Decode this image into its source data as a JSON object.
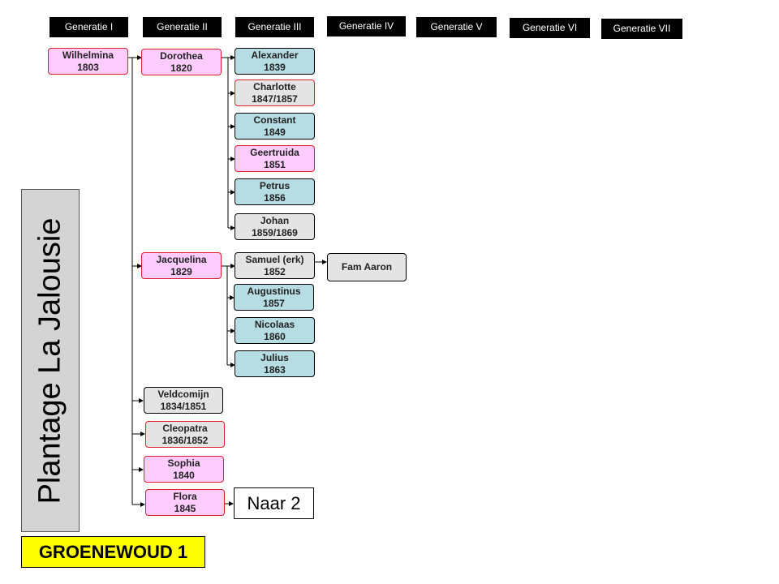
{
  "generations": [
    "Generatie  I",
    "Generatie  II",
    "Generatie  III",
    "Generatie  IV",
    "Generatie  V",
    "Generatie  VI",
    "Generatie  VII"
  ],
  "people": {
    "wilhelmina": {
      "name": "Wilhelmina",
      "years": "1803"
    },
    "dorothea": {
      "name": "Dorothea",
      "years": "1820"
    },
    "jacquelina": {
      "name": "Jacquelina",
      "years": "1829"
    },
    "veldcomijn": {
      "name": "Veldcomijn",
      "years": "1834/1851"
    },
    "cleopatra": {
      "name": "Cleopatra",
      "years": "1836/1852"
    },
    "sophia": {
      "name": "Sophia",
      "years": "1840"
    },
    "flora": {
      "name": "Flora",
      "years": "1845"
    },
    "alexander": {
      "name": "Alexander",
      "years": "1839"
    },
    "charlotte": {
      "name": "Charlotte",
      "years": "1847/1857"
    },
    "constant": {
      "name": "Constant",
      "years": "1849"
    },
    "geertruida": {
      "name": "Geertruida",
      "years": "1851"
    },
    "petrus": {
      "name": "Petrus",
      "years": "1856"
    },
    "johan": {
      "name": "Johan",
      "years": "1859/1869"
    },
    "samuel": {
      "name": "Samuel (erk)",
      "years": "1852"
    },
    "augustinus": {
      "name": "Augustinus",
      "years": "1857"
    },
    "nicolaas": {
      "name": "Nicolaas",
      "years": "1860"
    },
    "julius": {
      "name": "Julius",
      "years": "1863"
    }
  },
  "fam_aaron": "Fam Aaron",
  "naar_2": "Naar 2",
  "plantage_title": "Plantage La Jalousie",
  "page_tag": "GROENEWOUD 1",
  "colors": {
    "female_fill": "#ffccff",
    "female_border": "#e0202a",
    "male_fill": "#b6dde3",
    "unknown_fill": "#e4e4e4",
    "tag_fill": "#ffff00"
  }
}
